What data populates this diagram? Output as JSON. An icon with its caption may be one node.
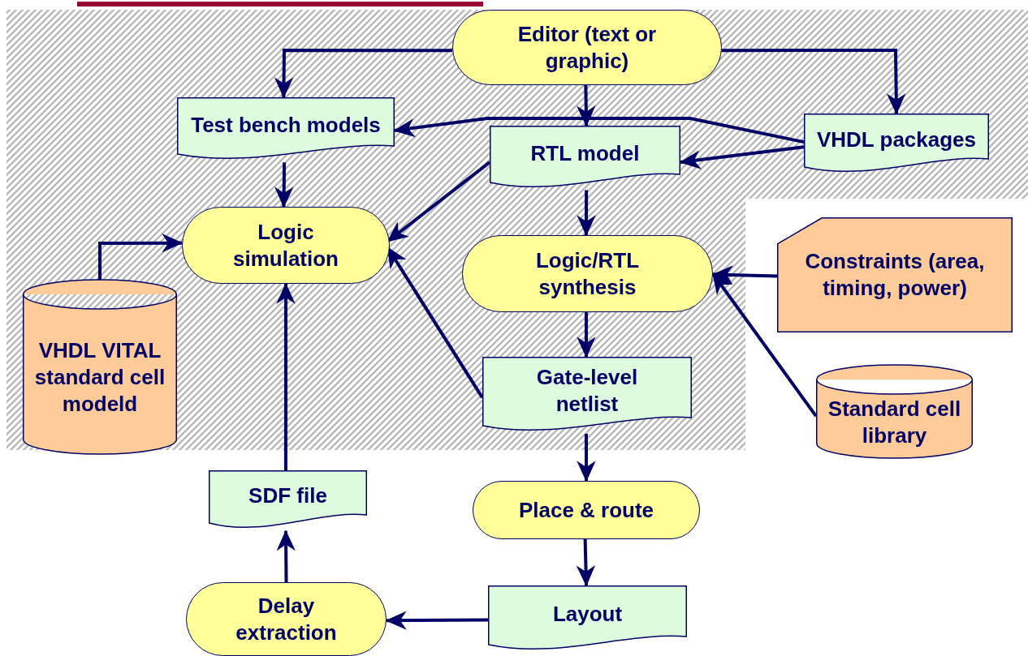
{
  "diagram": {
    "nodes": [
      {
        "text": [
          "Editor (text or graphic)"
        ]
      },
      {
        "text": [
          "Test bench models"
        ]
      },
      {
        "text": [
          "RTL model"
        ]
      },
      {
        "text": [
          "VHDL packages"
        ]
      },
      {
        "text": [
          "Logic simulation"
        ]
      },
      {
        "text": [
          "Logic/RTL synthesis"
        ]
      },
      {
        "text": [
          "Constraints (area, timing, power)"
        ]
      },
      {
        "text": [
          "VHDL VITAL standard cell modeld"
        ]
      },
      {
        "text": [
          "Gate-level netlist"
        ]
      },
      {
        "text": [
          "Standard cell library"
        ]
      },
      {
        "text": [
          "SDF file"
        ]
      },
      {
        "text": [
          "Place & route"
        ]
      },
      {
        "text": [
          "Delay extraction"
        ]
      },
      {
        "text": [
          "Layout"
        ]
      }
    ],
    "edges": [
      {
        "from": 0,
        "to": 1,
        "arrow": "to"
      },
      {
        "from": 0,
        "to": 2,
        "arrow": "to"
      },
      {
        "from": 0,
        "to": 3,
        "arrow": "to"
      },
      {
        "from": 3,
        "to": 1,
        "arrow": "to"
      },
      {
        "from": 3,
        "to": 2,
        "arrow": "to"
      },
      {
        "from": 1,
        "to": 4,
        "arrow": "to"
      },
      {
        "from": 2,
        "to": 4,
        "arrow": "to"
      },
      {
        "from": 7,
        "to": 4,
        "arrow": "to"
      },
      {
        "from": 2,
        "to": 5,
        "arrow": "to"
      },
      {
        "from": 6,
        "to": 5,
        "arrow": "to"
      },
      {
        "from": 9,
        "to": 5,
        "arrow": "to"
      },
      {
        "from": 5,
        "to": 8,
        "arrow": "to"
      },
      {
        "from": 8,
        "to": 4,
        "arrow": "to"
      },
      {
        "from": 8,
        "to": 11,
        "arrow": "to"
      },
      {
        "from": 10,
        "to": 4,
        "arrow": "to"
      },
      {
        "from": 11,
        "to": 13,
        "arrow": "to"
      },
      {
        "from": 13,
        "to": 12,
        "arrow": "to"
      },
      {
        "from": 12,
        "to": 10,
        "arrow": "to"
      }
    ]
  }
}
